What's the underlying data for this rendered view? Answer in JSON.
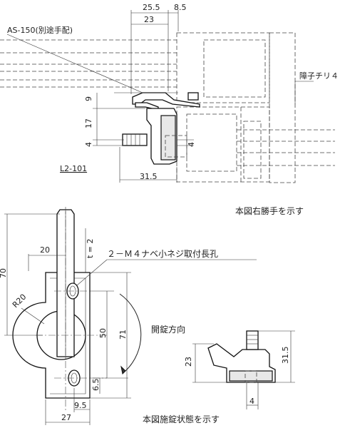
{
  "labels": {
    "as150": "AS-150(別途手配)",
    "shoji": "障子チリ４",
    "model": "L2-101",
    "right_hand_note": "本図右勝手を示す",
    "screw_hole": "２－Ｍ４ナベ小ネジ取付長孔",
    "t_value": "t = 2",
    "open_direction": "開錠方向",
    "unlocked_note": "本図施錠状態を示す"
  },
  "dims_top": {
    "d25_5": "25.5",
    "d8_5": "8.5",
    "d23": "23",
    "d9": "9",
    "d17": "17",
    "d4a": "4",
    "d4b": "4",
    "d31_5": "31.5"
  },
  "dims_front": {
    "d20": "20",
    "d70": "70",
    "r20": "R20",
    "d50": "50",
    "d71": "71",
    "d6_5": "6.5",
    "d9_5": "9.5",
    "d27": "27"
  },
  "dims_side": {
    "d23": "23",
    "d31_5": "31.5",
    "d4": "4"
  }
}
